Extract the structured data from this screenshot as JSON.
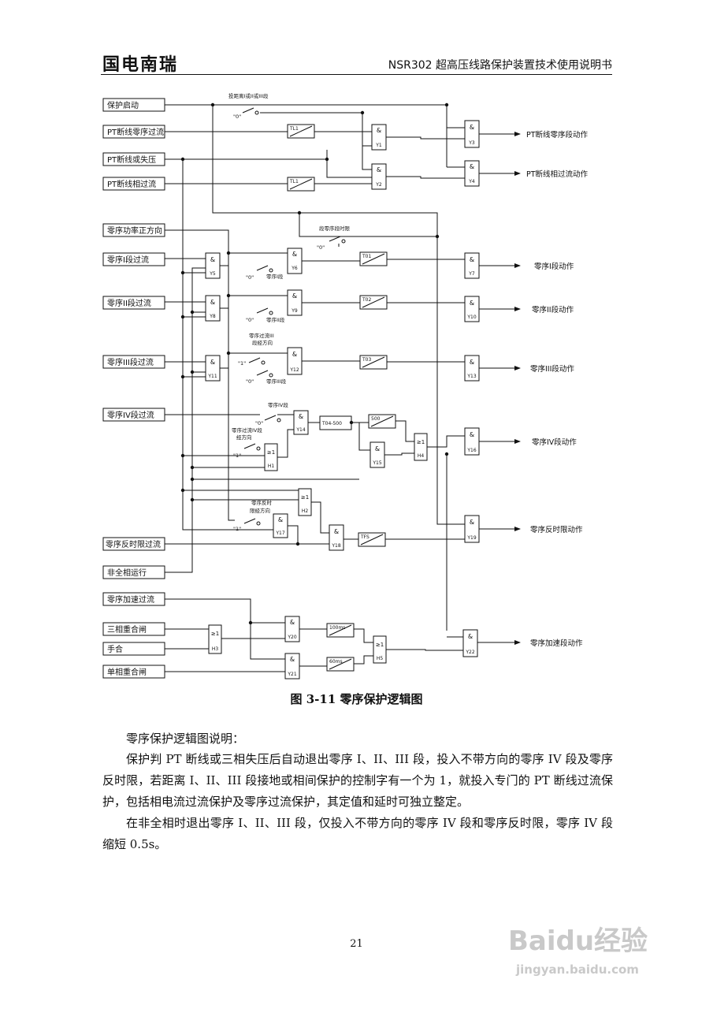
{
  "header": {
    "logo": "国电南瑞",
    "title": "NSR302 超高压线路保护装置技术使用说明书"
  },
  "inputs": {
    "prot_start": "保护启动",
    "pt_zero": "PT断线零序过流",
    "pt_loss": "PT断线或失压",
    "pt_phase": "PT断线相过流",
    "zs_dir": "零序功率正方向",
    "zs1": "零序I段过流",
    "zs2": "零序II段过流",
    "zs3": "零序III段过流",
    "zs4": "零序IV段过流",
    "zs_inv": "零序反时限过流",
    "non_full": "非全相运行",
    "zs_acc": "零序加速过流",
    "three_reclose": "三相重合闸",
    "manual": "手合",
    "single_reclose": "单相重合闸"
  },
  "outputs": {
    "pt_zero_act": "PT断线零序段动作",
    "pt_phase_act": "PT断线相过流动作",
    "zs1_act": "零序I段动作",
    "zs2_act": "零序II段动作",
    "zs3_act": "零序III段动作",
    "zs4_act": "零序IV段动作",
    "zs_inv_act": "零序反时限动作",
    "zs_acc_act": "零序加速段动作"
  },
  "switches": {
    "sw_dist": "投距离I或II或III段",
    "sw_seg_time": "段零序段时限",
    "sw_zs1": "零序I段",
    "sw_zs2": "零序II段",
    "sw_zs3_dir": "零序过流III",
    "sw_zs3_dir2": "段经方向",
    "sw_zs3": "零序III段",
    "sw_zs4": "零序IV段",
    "sw_zs4_dir": "零序过流IV段",
    "sw_zs4_dir2": "经方向",
    "sw_inv_dir": "零序反时",
    "sw_inv_dir2": "限经方向",
    "val0": "\"0\"",
    "val1": "\"1\"",
    "one": "1",
    "zero": "0"
  },
  "gates": {
    "and": "&",
    "or": "≥1",
    "y1": "Y1",
    "y2": "Y2",
    "y3": "Y3",
    "y4": "Y4",
    "y5": "Y5",
    "y6": "Y6",
    "y7": "Y7",
    "y8": "Y8",
    "y9": "Y9",
    "y10": "Y10",
    "y11": "Y11",
    "y12": "Y12",
    "y13": "Y13",
    "y14": "Y14",
    "y15": "Y15",
    "y16": "Y16",
    "y17": "Y17",
    "y18": "Y18",
    "y19": "Y19",
    "y20": "Y20",
    "y21": "Y21",
    "y22": "Y22",
    "h1": "H1",
    "h2": "H2",
    "h3": "H3",
    "h4": "H4",
    "h5": "H5"
  },
  "timers": {
    "tl1": "TL1",
    "t01": "T01",
    "t02": "T02",
    "t03": "T03",
    "t04": "T04-500",
    "t500": "500",
    "tfs": "TFS",
    "t100": "100ms",
    "t60": "60ms"
  },
  "caption": "图 3-11  零序保护逻辑图",
  "paragraphs": {
    "p1": "零序保护逻辑图说明：",
    "p2": "保护判 PT 断线或三相失压后自动退出零序 I、II、III 段，投入不带方向的零序 IV 段及零序反时限，若距离 I、II、III 段接地或相间保护的控制字有一个为 1，就投入专门的 PT 断线过流保护，包括相电流过流保护及零序过流保护，其定值和延时可独立整定。",
    "p3": "在非全相时退出零序 I、II、III 段，仅投入不带方向的零序 IV 段和零序反时限，零序 IV 段缩短 0.5s。"
  },
  "page_number": "21",
  "watermark": {
    "brand": "Baidu经验",
    "url": "jingyan.baidu.com"
  }
}
